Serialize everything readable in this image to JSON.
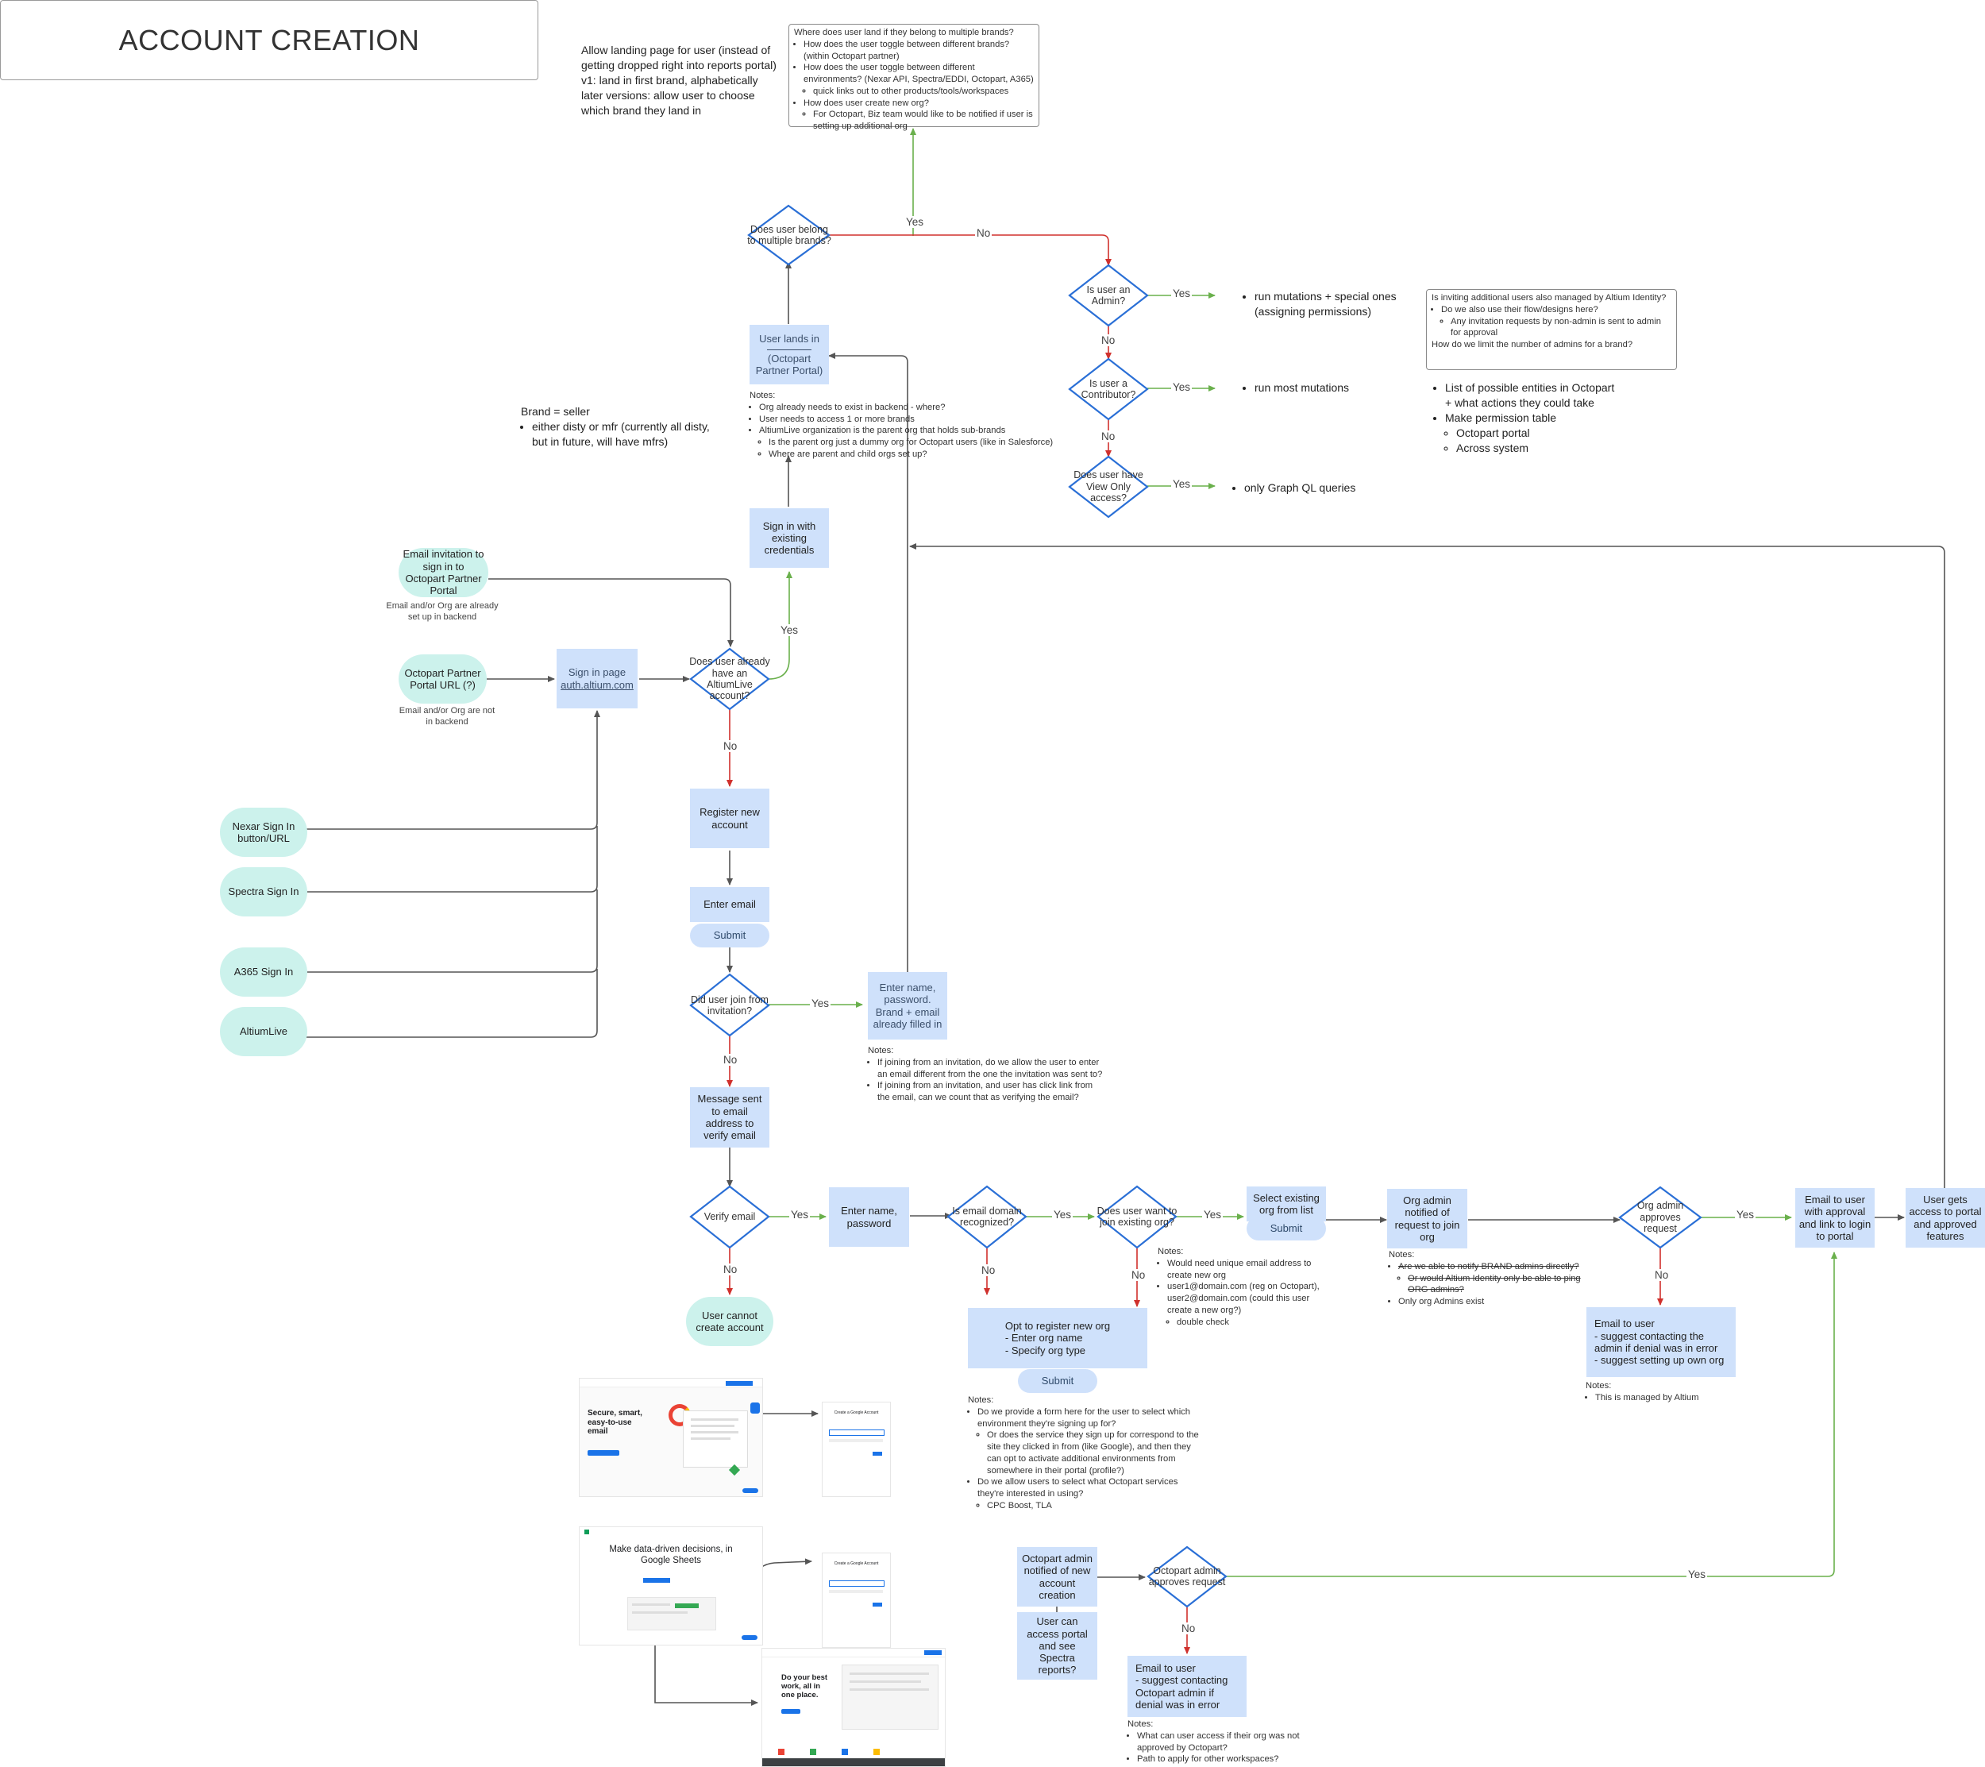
{
  "title": "ACCOUNT CREATION",
  "top_note": {
    "lines": [
      "Allow landing page for user (instead of",
      "getting dropped right into reports portal)",
      "v1: land in first brand, alphabetically",
      "later versions: allow user to choose",
      "which brand they land in"
    ]
  },
  "multi_brand_note": {
    "heading": "Where does user land if they belong to multiple brands?",
    "items": [
      "How does the user toggle between different brands? (within Octopart partner)",
      "How does the user toggle between different environments? (Nexar API, Spectra/EDDI, Octopart, A365)",
      "quick links out to other products/tools/workspaces",
      "How does user create new org?",
      "For Octopart, Biz team would like to be notified if user is setting up additional org"
    ]
  },
  "invite_note": {
    "heading": "Is inviting additional users also managed by Altium Identity?",
    "items": [
      "Do we also use their flow/designs here?",
      "Any invitation requests by non-admin is sent to admin for approval",
      "How do we limit the number of admins for a brand?"
    ]
  },
  "brand_note": {
    "heading": "Brand = seller",
    "item": "either disty or mfr (currently all disty, but in future, will have mfrs)"
  },
  "entities_note": {
    "items": [
      "List of possible entities in Octopart",
      "+ what actions they could take",
      "Make permission table",
      "Octopart portal",
      "Across system"
    ]
  },
  "landing_note": {
    "heading": "Notes:",
    "items": [
      "Org already needs to exist in backend - where?",
      "User needs to access 1 or more brands",
      "AltiumLive organization is the parent org that holds sub-brands",
      "Is the parent org just a dummy org for Octopart users (like in Salesforce)",
      "Where are parent and child orgs set up?"
    ]
  },
  "invitation_note": {
    "heading": "Notes:",
    "items": [
      "If joining from an invitation, do we allow the user to enter an email different from the one the invitation was sent to?",
      "If joining from an invitation, and user has click link from the email, can we count that as verifying the email?"
    ]
  },
  "existing_org_note": {
    "heading": "Notes:",
    "items": [
      "Would need unique email address to create new org",
      "user1@domain.com (reg on Octopart), user2@domain.com (could this user create a new org?)",
      "double check"
    ]
  },
  "org_admin_note": {
    "heading": "Notes:",
    "items": [
      "Are we able to notify BRAND admins directly?",
      "Or would Altium Identity only be able to ping ORG admins?",
      "Only org Admins exist"
    ]
  },
  "managed_note": {
    "heading": "Notes:",
    "item": "This is managed by Altium"
  },
  "register_org_note": {
    "heading": "Notes:",
    "items": [
      "Do we provide a form here for the user to select which environment they're signing up for?",
      "Or does the service they sign up for correspond to the site they clicked in from (like Google), and then they can opt to activate additional environments from somewhere in their portal (profile?)",
      "Do we allow users to select what Octopart services they're interested in using?",
      "CPC Boost, TLA"
    ]
  },
  "octopart_admin_note": {
    "heading": "Notes:",
    "items": [
      "What can user access if their org was not approved by Octopart?",
      "Path to apply for other workspaces?"
    ]
  },
  "nodes": {
    "email_invitation": "Email invitation to sign in to Octopart Partner Portal",
    "email_invitation_sub": "Email and/or Org are already set up in backend",
    "partner_url": "Octopart Partner Portal URL (?)",
    "partner_url_sub": "Email and/or Org are not in backend",
    "sign_in_page": "Sign in page",
    "sign_in_link": "auth.altium.com",
    "nexar": "Nexar Sign In button/URL",
    "spectra": "Spectra Sign In",
    "a365": "A365 Sign In",
    "altiumlive": "AltiumLive",
    "has_account": "Does user already have an AltiumLive account?",
    "sign_in_existing": "Sign in with existing credentials",
    "user_lands_1": "User lands in",
    "user_lands_2": "(Octopart Partner Portal)",
    "multi_brand": "Does user belong to multiple brands?",
    "is_admin": "Is user an Admin?",
    "is_contributor": "Is user a Contributor?",
    "view_only": "Does user have View Only access?",
    "admin_result": "run mutations + special ones (assigning permissions)",
    "contributor_result": "run most mutations",
    "view_only_result": "only Graph QL queries",
    "register": "Register new account",
    "enter_email": "Enter email",
    "submit": "Submit",
    "joined_invitation": "Did user join from invitation?",
    "enter_name_filled": "Enter name, password. Brand + email already filled in",
    "message_sent": "Message sent to email address to verify email",
    "verify_email": "Verify email",
    "cannot_create": "User cannot create account",
    "enter_name": "Enter name, password",
    "domain_recognized": "Is email domain recognized?",
    "join_existing": "Does user want to join existing org?",
    "select_org": "Select existing org from list",
    "org_admin_notified": "Org admin notified of request to join org",
    "org_admin_approves": "Org admin approves request",
    "email_approval": "Email to user with approval and link to login to portal",
    "access_granted": "User gets access to portal and approved features",
    "email_denial": "Email to user\n- suggest contacting the admin if denial was in error\n- suggest setting up own org",
    "register_org": "Opt to register new org\n- Enter org name\n- Specify org type",
    "octopart_admin_notified": "Octopart admin notified of new account creation",
    "spectra_access": "User can access portal and see Spectra reports?",
    "octopart_admin_approves": "Octopart admin approves request",
    "email_octopart_denial": "Email to user\n- suggest contacting Octopart admin if denial was in error"
  },
  "labels": {
    "yes": "Yes",
    "no": "No"
  },
  "thumbnails": {
    "gmail_headline": "Secure, smart, easy-to-use email",
    "create_account": "Create a Google Account",
    "sheets_headline": "Make data-driven decisions, in Google Sheets",
    "workspace_headline": "Do your best work, all in one place."
  },
  "colors": {
    "box": "#cfe1fb",
    "pill": "#ccf2ec",
    "diamond_stroke": "#2a6fd6",
    "yes_line": "#6ab04c",
    "no_line": "#d0312d",
    "neutral_line": "#555555"
  }
}
